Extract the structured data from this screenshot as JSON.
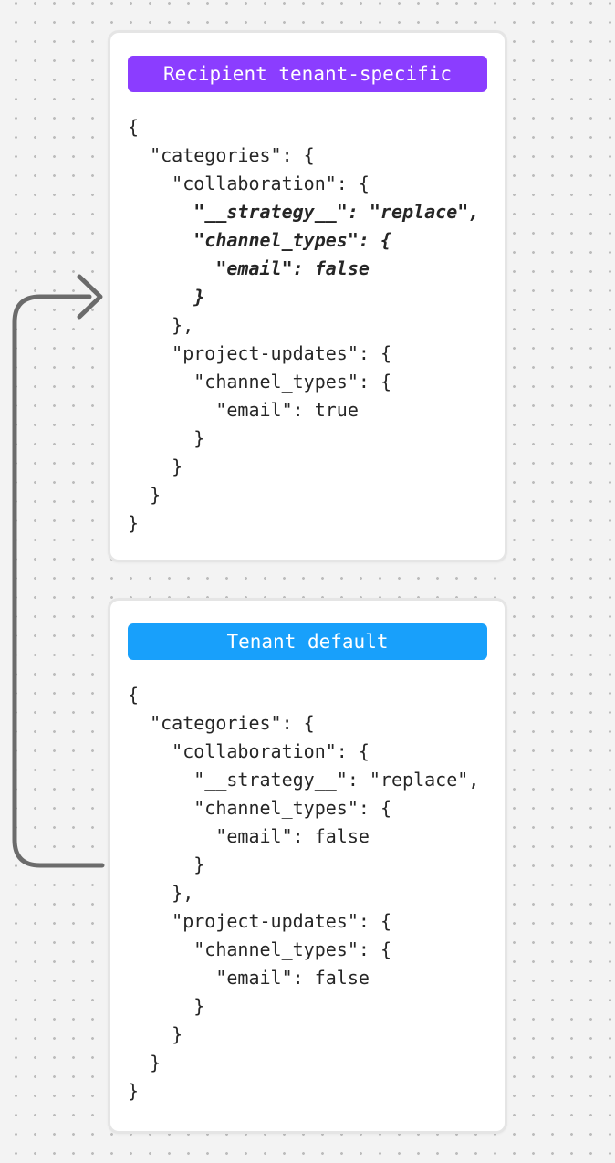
{
  "background": {
    "color": "#f3f3f3",
    "dot_color": "#bcbcbc"
  },
  "arrow": {
    "color": "#6b6b6b",
    "direction": "from-tenant-default-to-recipient-tenant-specific"
  },
  "cards": [
    {
      "id": "recipient-tenant-specific",
      "badge": {
        "label": "Recipient tenant-specific",
        "color": "#8b3dff",
        "text_color": "#ffffff"
      },
      "code_lines": [
        {
          "text": "{",
          "emphasis": false
        },
        {
          "text": "  \"categories\": {",
          "emphasis": false
        },
        {
          "text": "    \"collaboration\": {",
          "emphasis": false
        },
        {
          "text": "      \"__strategy__\": \"replace\",",
          "emphasis": true
        },
        {
          "text": "      \"channel_types\": {",
          "emphasis": true
        },
        {
          "text": "        \"email\": false",
          "emphasis": true
        },
        {
          "text": "      }",
          "emphasis": true
        },
        {
          "text": "    },",
          "emphasis": false
        },
        {
          "text": "    \"project-updates\": {",
          "emphasis": false
        },
        {
          "text": "      \"channel_types\": {",
          "emphasis": false
        },
        {
          "text": "        \"email\": true",
          "emphasis": false
        },
        {
          "text": "      }",
          "emphasis": false
        },
        {
          "text": "    }",
          "emphasis": false
        },
        {
          "text": "  }",
          "emphasis": false
        },
        {
          "text": "}",
          "emphasis": false
        }
      ]
    },
    {
      "id": "tenant-default",
      "badge": {
        "label": "Tenant default",
        "color": "#18a0fb",
        "text_color": "#ffffff"
      },
      "code_lines": [
        {
          "text": "{",
          "emphasis": false
        },
        {
          "text": "  \"categories\": {",
          "emphasis": false
        },
        {
          "text": "    \"collaboration\": {",
          "emphasis": false
        },
        {
          "text": "      \"__strategy__\": \"replace\",",
          "emphasis": false
        },
        {
          "text": "      \"channel_types\": {",
          "emphasis": false
        },
        {
          "text": "        \"email\": false",
          "emphasis": false
        },
        {
          "text": "      }",
          "emphasis": false
        },
        {
          "text": "    },",
          "emphasis": false
        },
        {
          "text": "    \"project-updates\": {",
          "emphasis": false
        },
        {
          "text": "      \"channel_types\": {",
          "emphasis": false
        },
        {
          "text": "        \"email\": false",
          "emphasis": false
        },
        {
          "text": "      }",
          "emphasis": false
        },
        {
          "text": "    }",
          "emphasis": false
        },
        {
          "text": "  }",
          "emphasis": false
        },
        {
          "text": "}",
          "emphasis": false
        }
      ]
    }
  ]
}
